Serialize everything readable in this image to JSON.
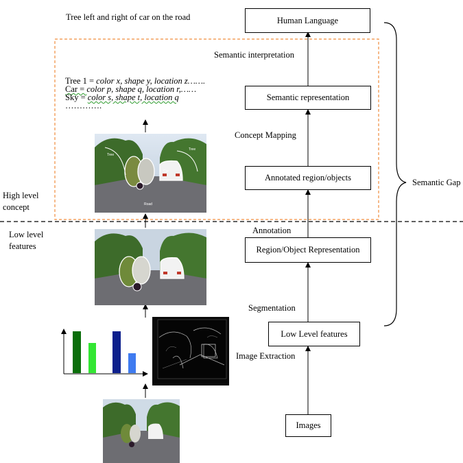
{
  "caption": "Tree left and right of car on the road",
  "features": {
    "tree": {
      "name": "Tree 1 = ",
      "desc": "color x, shape y, location z……."
    },
    "car": {
      "name": "Car = ",
      "desc": "color p, shape q, location r,……"
    },
    "sky": {
      "name": "Sky = ",
      "desc": "color s, shape t, location q"
    },
    "more": "…………."
  },
  "levels": {
    "high": [
      "High level",
      "concept"
    ],
    "low": [
      "Low level",
      "features"
    ]
  },
  "pipeline": {
    "human_language": "Human Language",
    "semantic_interpretation": "Semantic interpretation",
    "semantic_representation": "Semantic representation",
    "concept_mapping": "Concept Mapping",
    "annotated_regions": "Annotated region/objects",
    "annotation": "Annotation",
    "region_representation": "Region/Object Representation",
    "segmentation": "Segmentation",
    "low_level_features": "Low Level features",
    "image_extraction": "Image Extraction",
    "images": "Images"
  },
  "semantic_gap": "Semantic Gap",
  "photo_labels": {
    "tree": "Tree",
    "car": "Car",
    "road": "Road"
  },
  "colors": {
    "dashed_box": "#f08c3c",
    "bar_dark_green": "#0a6e0a",
    "bar_light_green": "#33e633",
    "bar_dark_blue": "#0c1f8c",
    "bar_light_blue": "#3f7bf0"
  }
}
